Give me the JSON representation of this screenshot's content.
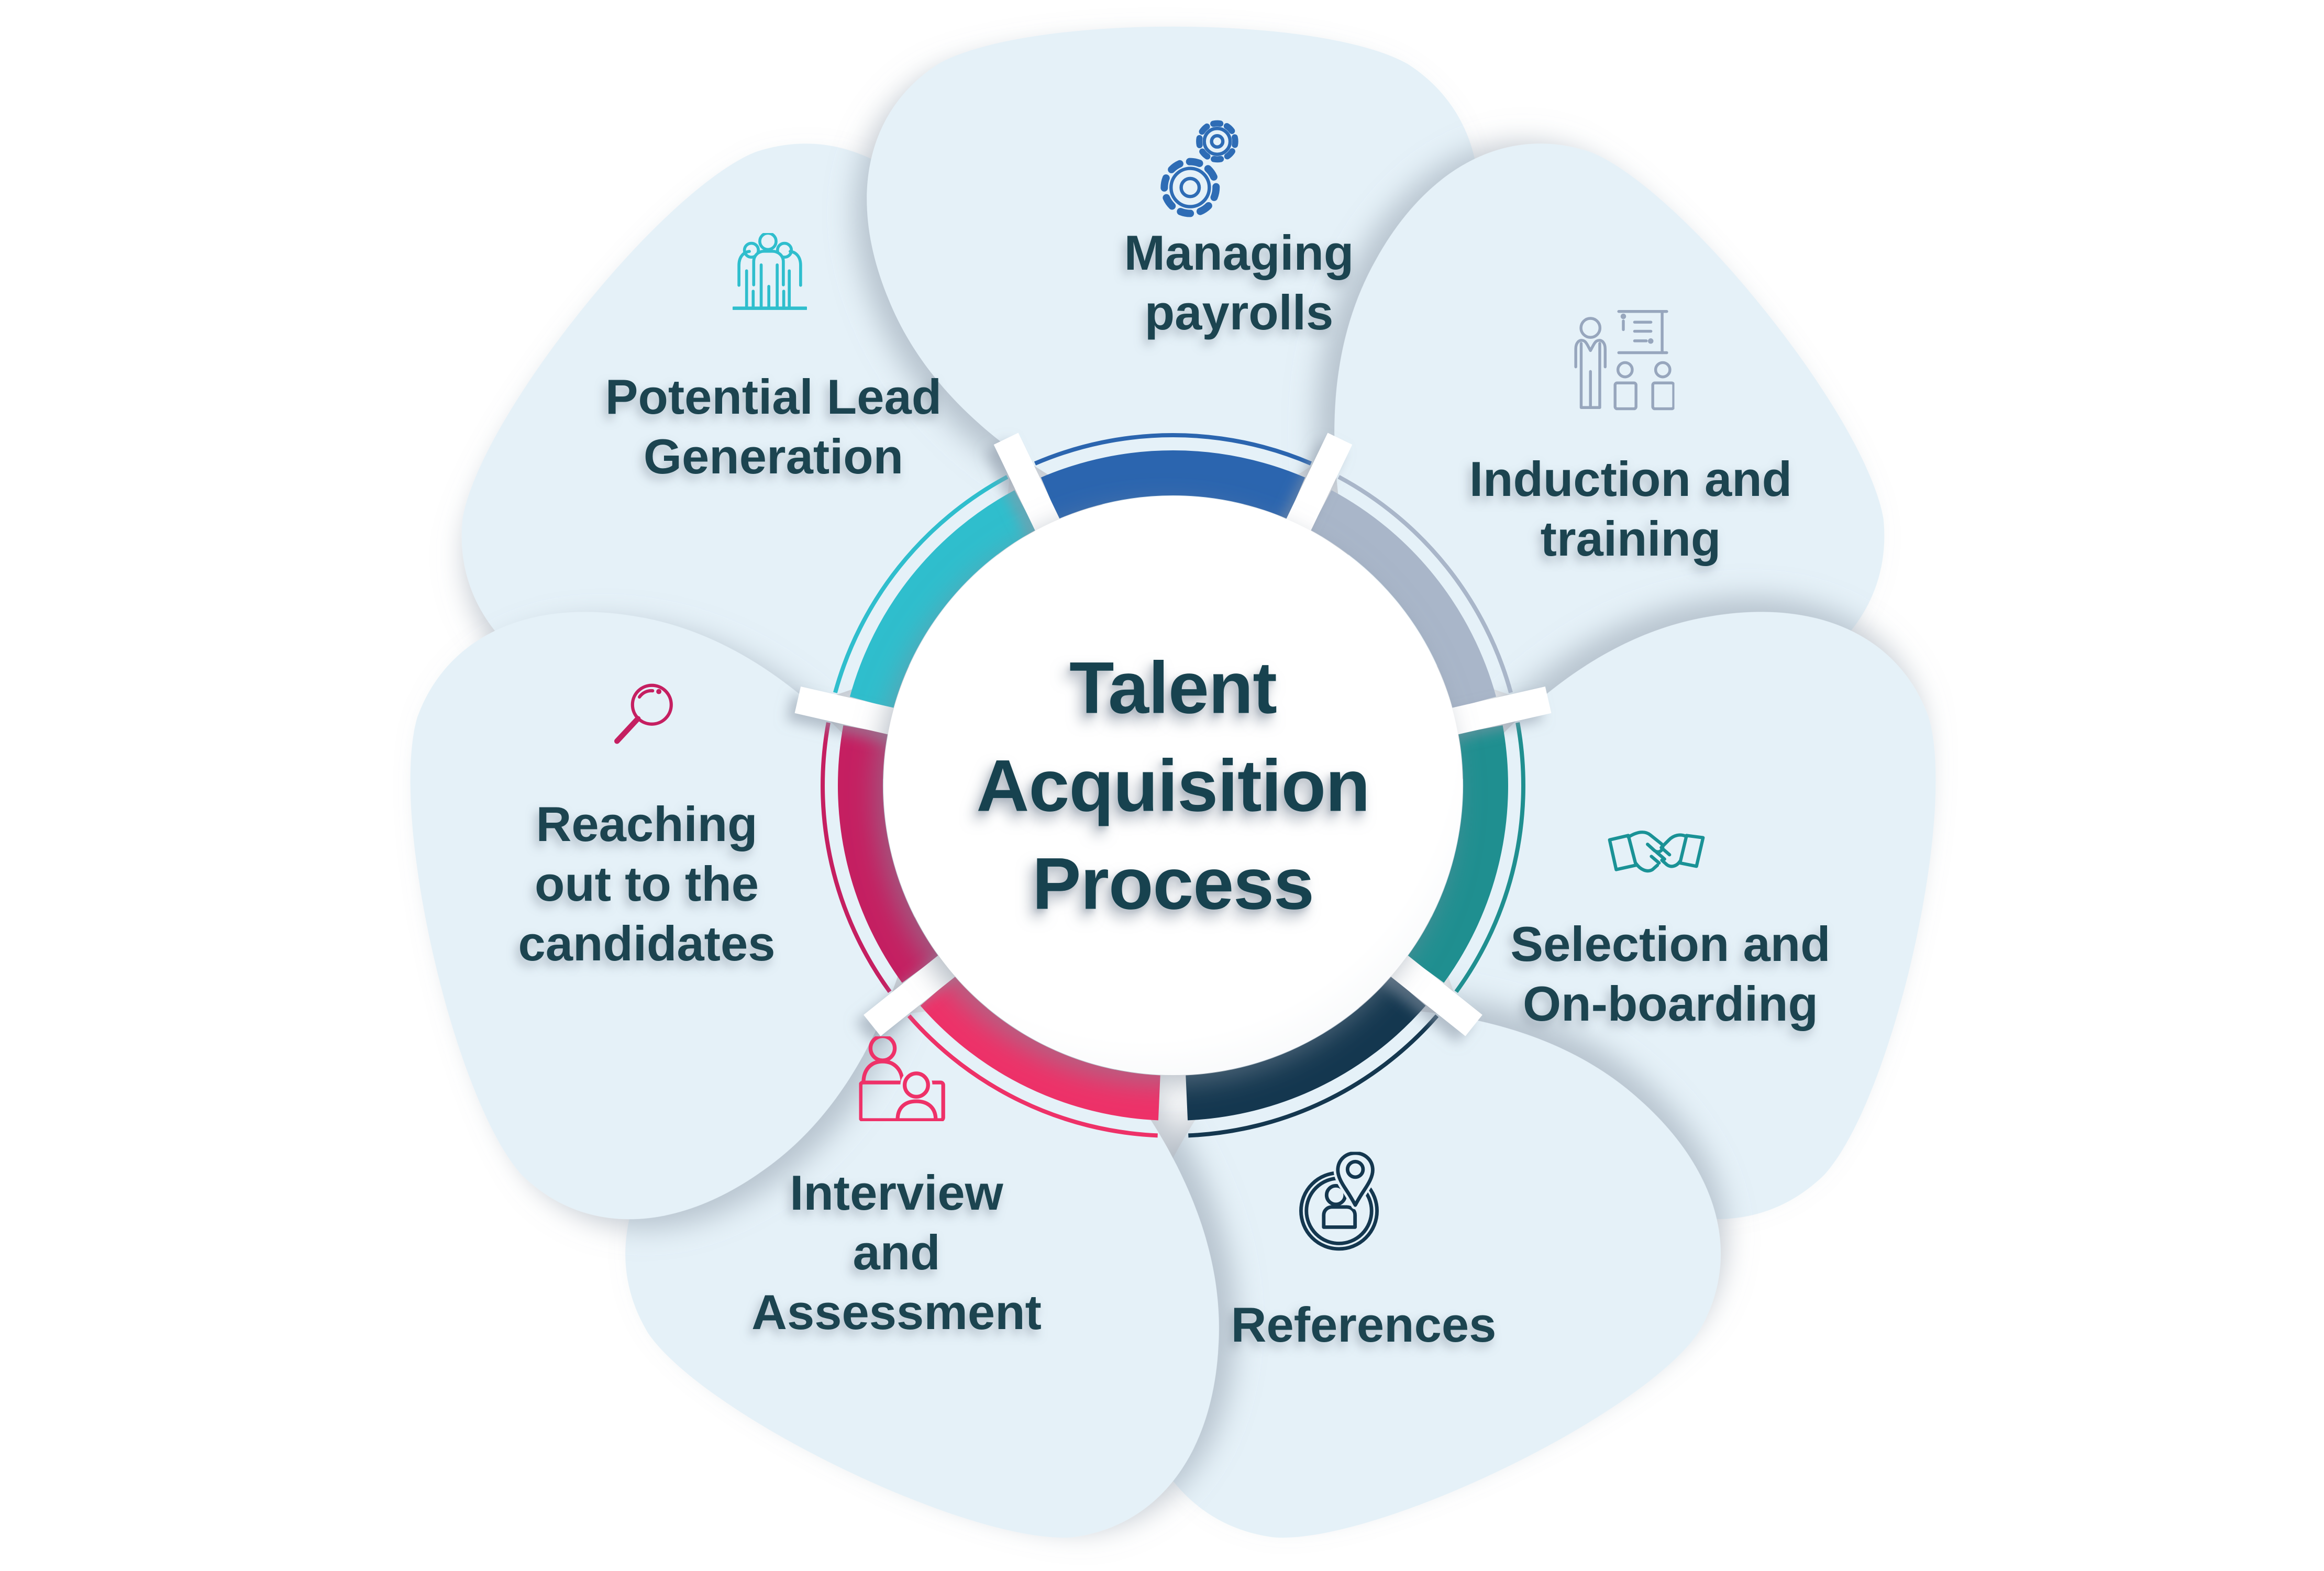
{
  "diagram": {
    "background": "#ffffff",
    "petal_fill": "#e5f1f8",
    "title_lines": [
      "Talent",
      "Acquisition",
      "Process"
    ],
    "title_color": "#17424f",
    "label_color": "#1c4450",
    "petals": [
      {
        "id": "managing-payrolls",
        "label_lines": [
          "Managing",
          "payrolls"
        ],
        "icon": "gears-icon",
        "icon_color": "#2e6cb5",
        "ring_color": "#2b65af"
      },
      {
        "id": "induction-and-training",
        "label_lines": [
          "Induction and",
          "training"
        ],
        "icon": "trainer-presentation-icon",
        "icon_color": "#97a6bd",
        "ring_color": "#a9b6c9"
      },
      {
        "id": "selection-and-on-boarding",
        "label_lines": [
          "Selection and",
          "On-boarding"
        ],
        "icon": "handshake-icon",
        "icon_color": "#1a9296",
        "ring_color": "#1f8f90"
      },
      {
        "id": "references",
        "label_lines": [
          "References"
        ],
        "icon": "person-location-icon",
        "icon_color": "#14374f",
        "ring_color": "#14374f"
      },
      {
        "id": "interview-and-assessment",
        "label_lines": [
          "Interview",
          "and",
          "Assessment"
        ],
        "icon": "interview-desk-icon",
        "icon_color": "#ee3168",
        "ring_color": "#ee3168"
      },
      {
        "id": "reaching-out-to-the-candidates",
        "label_lines": [
          "Reaching",
          "out to the",
          "candidates"
        ],
        "icon": "magnifier-icon",
        "icon_color": "#c51f61",
        "ring_color": "#c51f61"
      },
      {
        "id": "potential-lead-generation",
        "label_lines": [
          "Potential Lead",
          "Generation"
        ],
        "icon": "people-group-icon",
        "icon_color": "#2fbecd",
        "ring_color": "#2fbecd"
      }
    ]
  }
}
